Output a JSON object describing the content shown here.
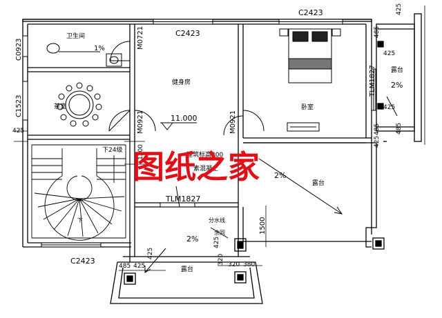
{
  "plan": {
    "floor_level": "11.000",
    "rooms": {
      "bathroom": "卫生间",
      "bathroom_slope": "1%",
      "tea_room": "茶室",
      "gym": "健身房",
      "bedroom": "卧室",
      "terrace_right": "露台",
      "terrace_right_slope": "2%",
      "terrace_main": "露台",
      "terrace_main_slope": "2%",
      "terrace_bottom": "露台",
      "terrace_bottom_slope": "2%",
      "stair": "下24级",
      "stair_mark": "下",
      "beam_note_1": "建筑标高200",
      "beam_note_2": "素混凝土",
      "drain_1": "分水线",
      "drain_2": "余同"
    },
    "codes": {
      "window_top_gym": "C2423",
      "window_top_bedroom": "C2423",
      "window_bottom_stair": "C2423",
      "window_left_bath": "C0923",
      "window_left_tea": "C1523",
      "door_bath": "M0721",
      "door_tea": "M0921",
      "door_bed": "M0921",
      "door_slide_right": "TLM1827",
      "door_slide_bottom": "TLM1827"
    },
    "dims": {
      "d425_left": "425",
      "d425_r1": "425",
      "d425_r2": "425",
      "d485_r1": "485",
      "d485_r2": "485",
      "d425_top": "425",
      "d485_top": "485",
      "d425_bot": "425",
      "d1200": "1200",
      "d1500": "1500",
      "d485_b": "485",
      "d425_b": "425",
      "d425_v": "425",
      "d320_v": "320",
      "d320_h": "320",
      "d380_h": "380",
      "d425_ll": "425"
    }
  },
  "watermark": "图纸之家"
}
